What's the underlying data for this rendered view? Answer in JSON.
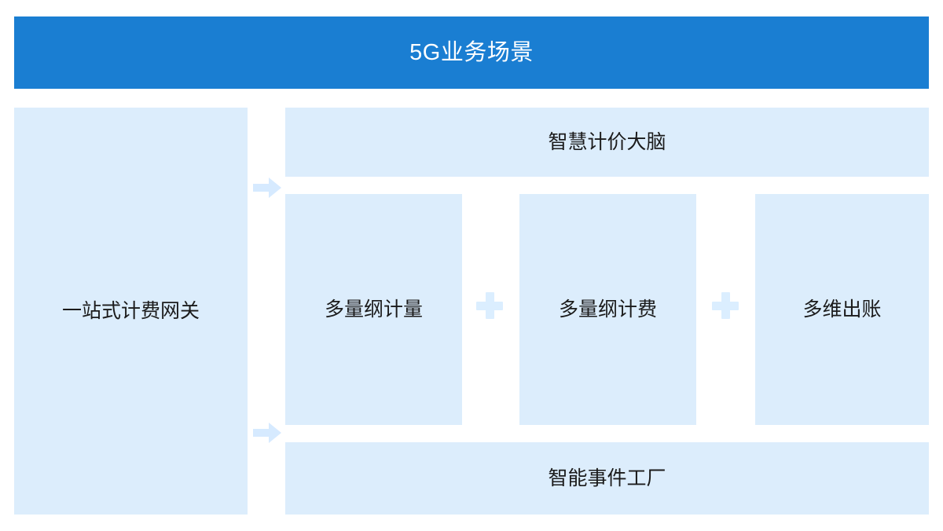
{
  "header": {
    "title": "5G业务场景",
    "background_color": "#1a7ed2",
    "text_color": "#ffffff"
  },
  "palette": {
    "panel_fill": "#dcedfc",
    "connector_fill": "#dbeeff",
    "arrow_fill": "#d6eaff",
    "label_color": "#1b1b1b"
  },
  "diagram": {
    "type": "block-diagram",
    "left_column": {
      "label": "一站式计费网关"
    },
    "top_bar": {
      "label": "智慧计价大脑"
    },
    "middle_row": {
      "blocks": [
        {
          "label": "多量纲计量"
        },
        {
          "label": "多量纲计费"
        },
        {
          "label": "多维出账"
        }
      ],
      "connectors": [
        {
          "symbol": "+",
          "name": "plus"
        },
        {
          "symbol": "+",
          "name": "plus"
        }
      ]
    },
    "bottom_bar": {
      "label": "智能事件工厂"
    },
    "arrows": [
      {
        "name": "arrow-right-icon",
        "direction": "right"
      },
      {
        "name": "arrow-right-icon",
        "direction": "right"
      }
    ]
  }
}
